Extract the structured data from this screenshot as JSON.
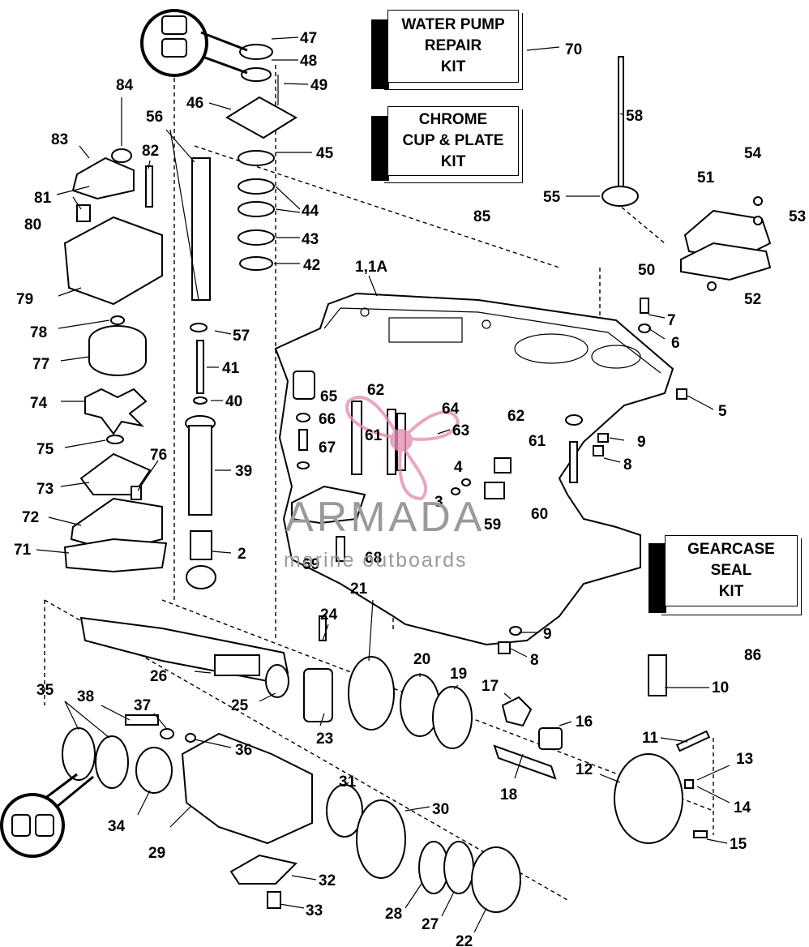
{
  "kits": [
    {
      "id": "water-pump-kit",
      "label": "WATER PUMP\nREPAIR\nKIT"
    },
    {
      "id": "chrome-kit",
      "label": "CHROME\nCUP & PLATE\nKIT"
    },
    {
      "id": "gearcase-seal-kit",
      "label": "GEARCASE\nSEAL\nKIT"
    }
  ],
  "watermark": {
    "brand": "ARMADA",
    "tagline": "marine outboards",
    "color": "#e58fb4"
  },
  "callouts": [
    "47",
    "48",
    "49",
    "46",
    "84",
    "56",
    "83",
    "82",
    "81",
    "80",
    "45",
    "44",
    "43",
    "42",
    "79",
    "78",
    "77",
    "57",
    "41",
    "40",
    "74",
    "75",
    "76",
    "73",
    "39",
    "72",
    "71",
    "2",
    "70",
    "58",
    "85",
    "55",
    "51",
    "54",
    "53",
    "50",
    "52",
    "1,1A",
    "7",
    "6",
    "5",
    "65",
    "62",
    "64",
    "66",
    "61",
    "63",
    "67",
    "62",
    "9",
    "61",
    "8",
    "4",
    "3",
    "60",
    "59",
    "68",
    "69",
    "21",
    "24",
    "26",
    "25",
    "23",
    "20",
    "19",
    "17",
    "16",
    "18",
    "9",
    "8",
    "86",
    "10",
    "11",
    "13",
    "12",
    "14",
    "15",
    "35",
    "38",
    "37",
    "36",
    "34",
    "29",
    "31",
    "30",
    "32",
    "33",
    "28",
    "27",
    "22"
  ]
}
